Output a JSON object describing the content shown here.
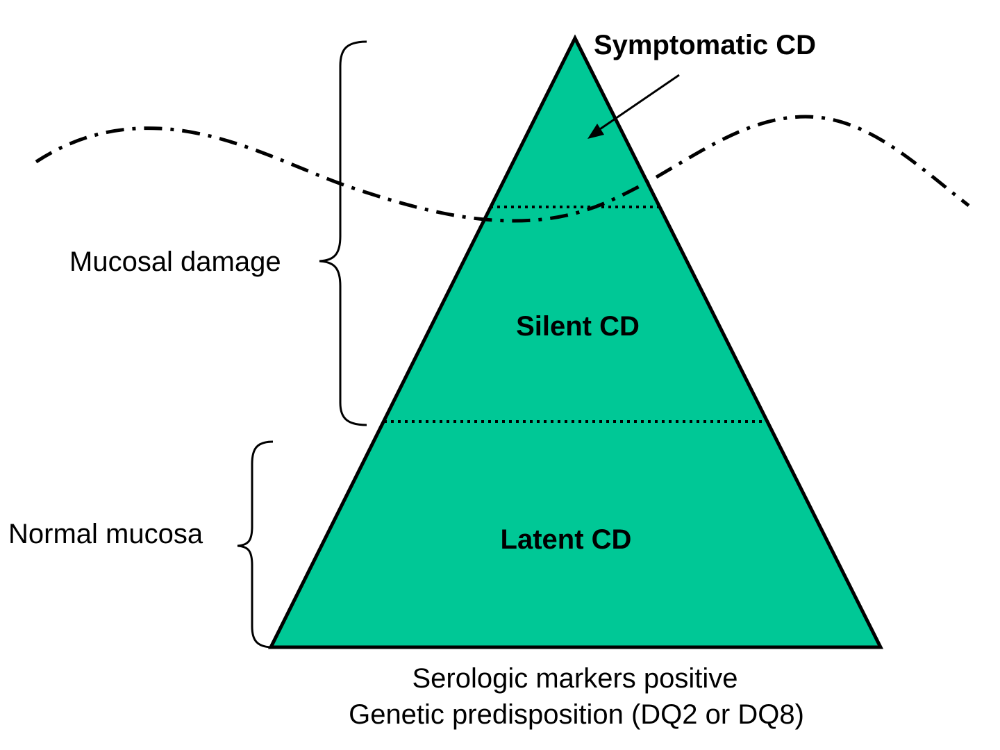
{
  "colors": {
    "pyramid_fill": "#00c896",
    "outline": "#000000",
    "background": "#ffffff"
  },
  "pyramid": {
    "tiers": [
      {
        "label": "Symptomatic CD"
      },
      {
        "label": "Silent CD"
      },
      {
        "label": "Latent CD"
      }
    ]
  },
  "brackets": {
    "mucosal_damage": "Mucosal damage",
    "normal_mucosa": "Normal mucosa"
  },
  "base_labels": {
    "line1": "Serologic markers positive",
    "line2": "Genetic predisposition (DQ2 or DQ8)"
  }
}
